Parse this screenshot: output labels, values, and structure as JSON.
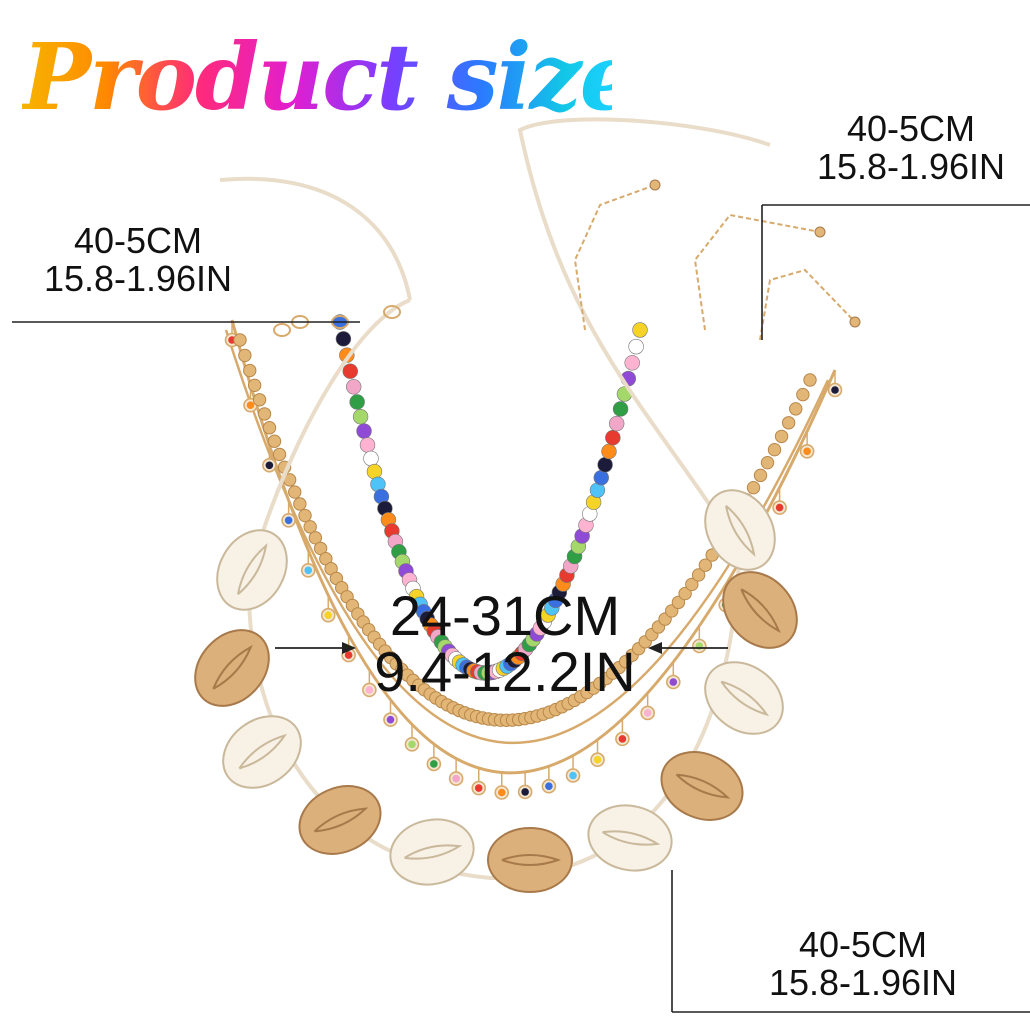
{
  "title": "Product size",
  "measurements": {
    "top_left": {
      "cm": "40-5CM",
      "inch": "15.8-1.96IN"
    },
    "top_right": {
      "cm": "40-5CM",
      "inch": "15.8-1.96IN"
    },
    "bottom_right": {
      "cm": "40-5CM",
      "inch": "15.8-1.96IN"
    },
    "center": {
      "cm": "24-31CM",
      "inch": "9.4-12.2IN"
    }
  },
  "colors": {
    "cord": "#e9dcc9",
    "gold": "#d7aa6c",
    "shell": "#f7f1e6",
    "bead_palette": [
      "#e63b2e",
      "#f5d327",
      "#2f9e44",
      "#3a6fe0",
      "#8f4bd6",
      "#ff8c1a",
      "#ffffff",
      "#f2a6c8",
      "#4fc3f7",
      "#a5d86b",
      "#1c1c3a",
      "#ffb3d1"
    ]
  }
}
